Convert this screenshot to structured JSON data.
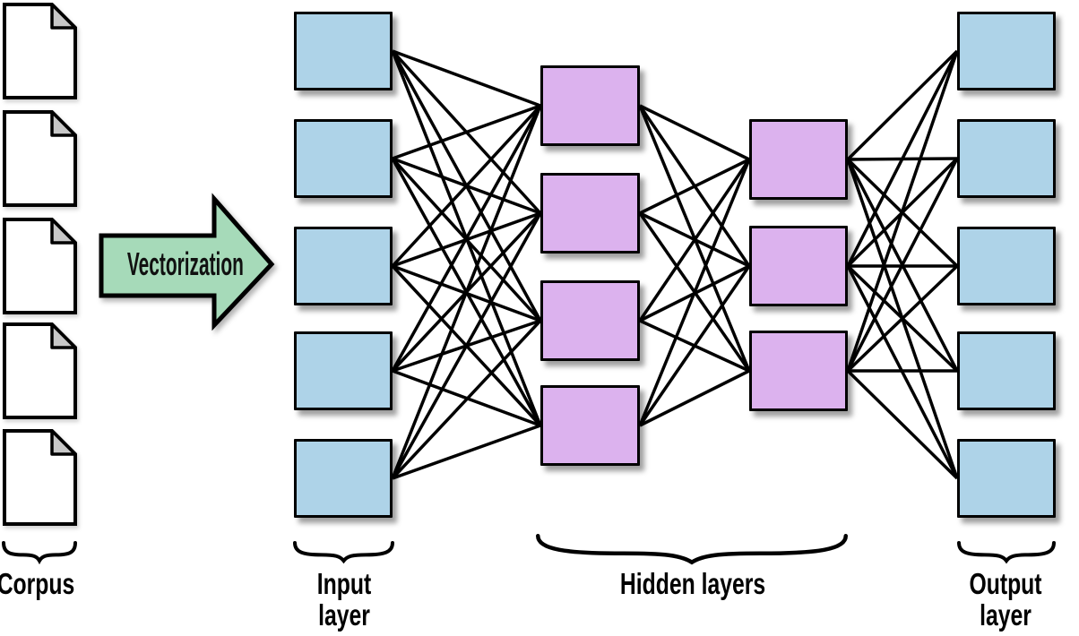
{
  "corpus": {
    "label": "Corpus",
    "document_count": 5
  },
  "arrow": {
    "label": "Vectorization",
    "fill": "#a6dab9"
  },
  "network": {
    "input_layer": {
      "label_lines": [
        "Input",
        "layer"
      ],
      "node_count": 5,
      "fill": "#aed3e8"
    },
    "hidden_layer_1": {
      "node_count": 4,
      "fill": "#dcb2ee"
    },
    "hidden_layer_2": {
      "node_count": 3,
      "fill": "#dcb2ee"
    },
    "output_layer": {
      "label_lines": [
        "Output",
        "layer"
      ],
      "node_count": 5,
      "fill": "#aed3e8"
    },
    "hidden_group_label": "Hidden layers"
  },
  "styles": {
    "background": "#ffffff",
    "node_border_color": "#000000",
    "connection_color": "#000000",
    "brace_color": "#000000",
    "document_fill": "#ffffff",
    "document_fold_fill": "#c8c8c8"
  }
}
